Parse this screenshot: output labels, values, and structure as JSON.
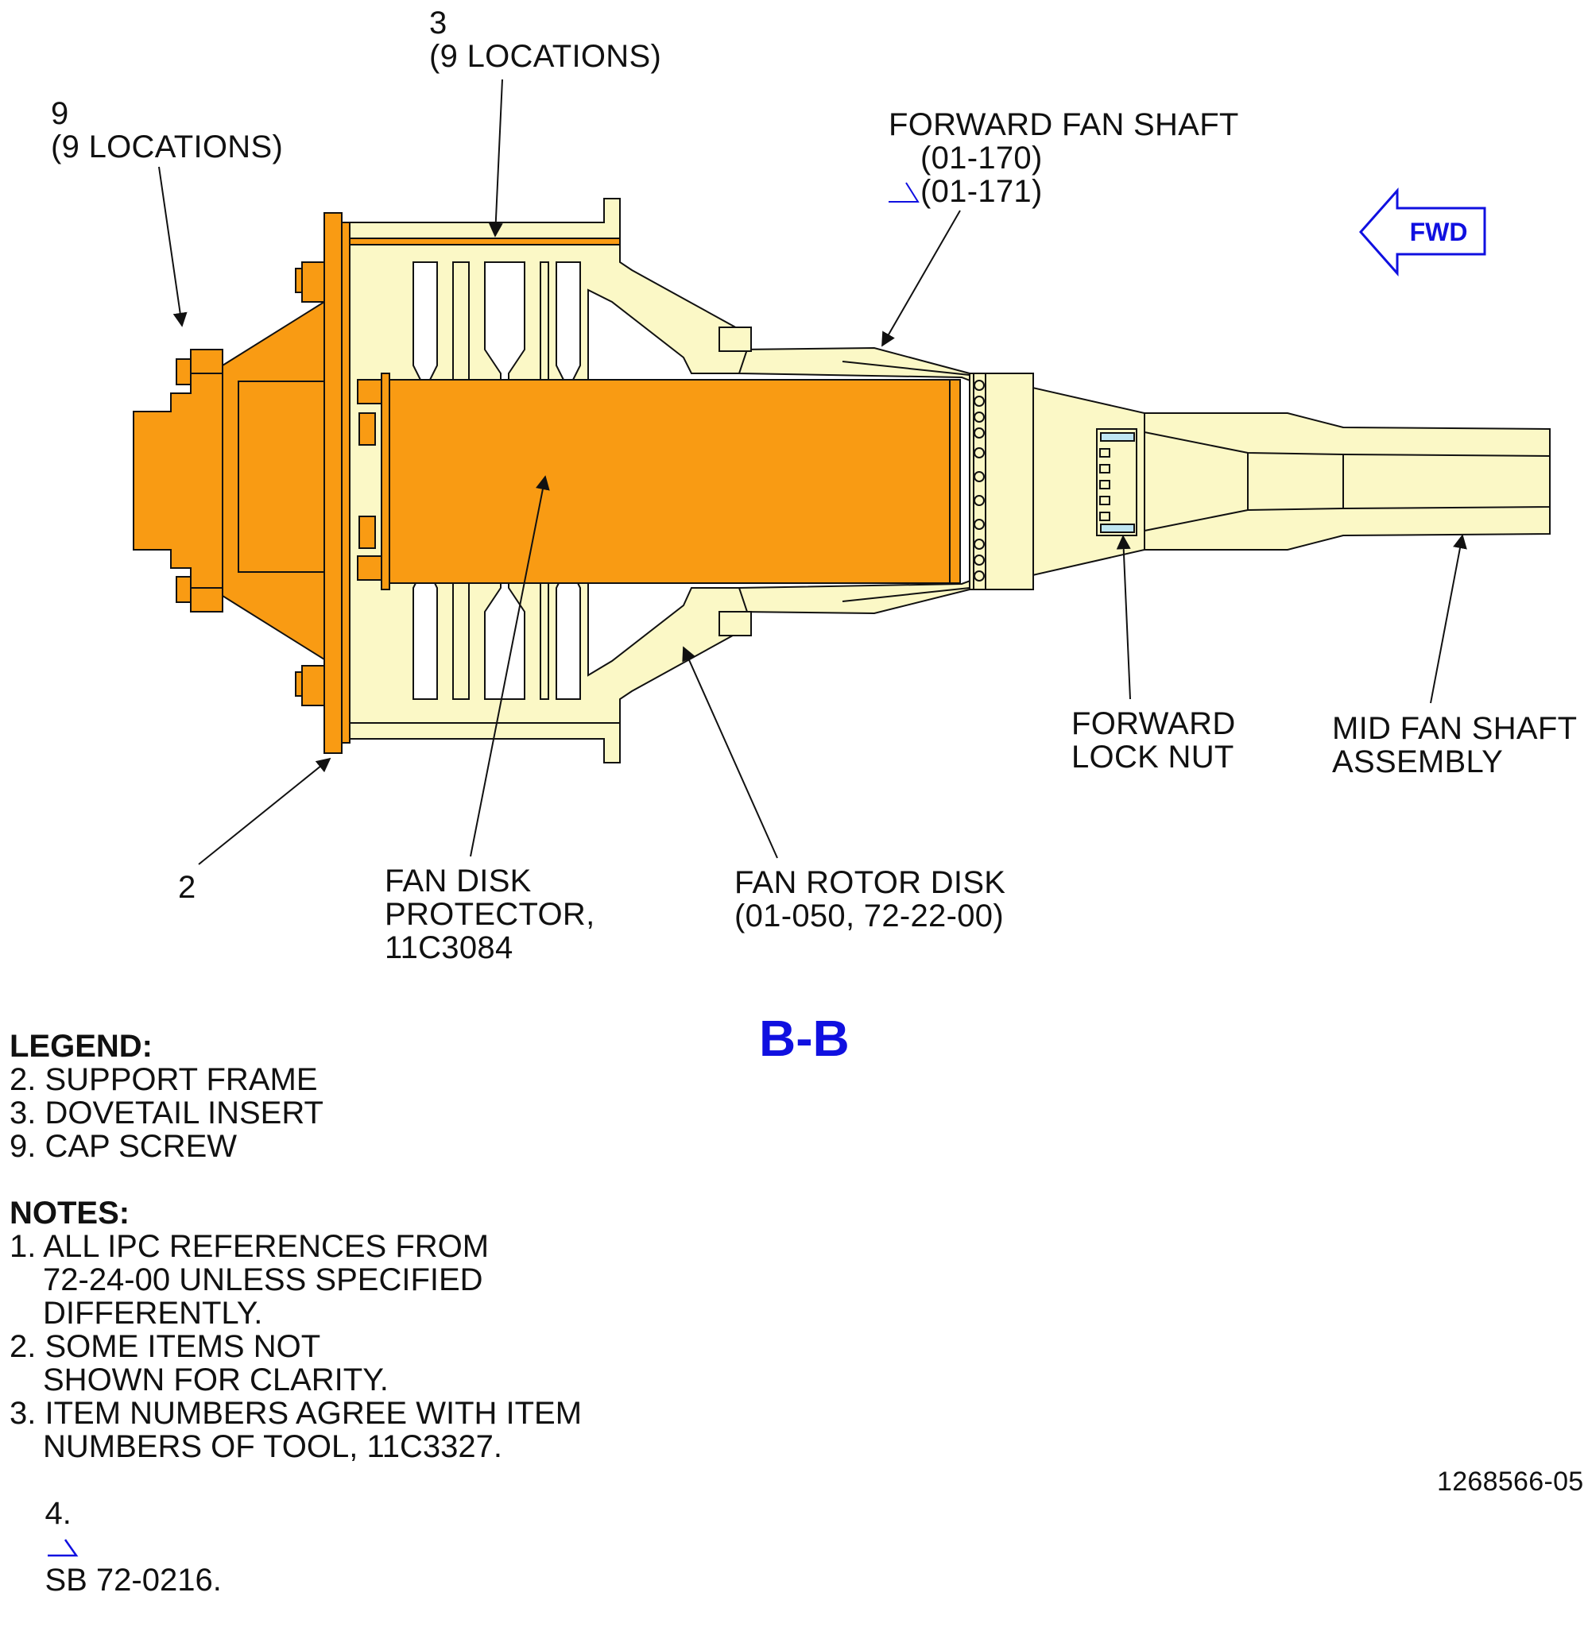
{
  "section_title": "B-B",
  "fwd_label": "FWD",
  "drawing_number": "1268566-05",
  "colors": {
    "orange": "#f99b13",
    "cream": "#fbf8c6",
    "blue_part": "#bfe6f2",
    "annotation_blue": "#1010e0"
  },
  "callouts": {
    "item9_number": "9",
    "item9_locations": "(9 LOCATIONS)",
    "item3_number": "3",
    "item3_locations": "(9 LOCATIONS)",
    "forward_fan_shaft": "FORWARD FAN SHAFT",
    "forward_fan_shaft_pn1": "(01-170)",
    "forward_fan_shaft_pn2": "(01-171)",
    "item2_number": "2",
    "fan_disk_protector_line1": "FAN DISK",
    "fan_disk_protector_line2": "PROTECTOR,",
    "fan_disk_protector_line3": "11C3084",
    "fan_rotor_disk_line1": "FAN ROTOR DISK",
    "fan_rotor_disk_line2": "(01-050, 72-22-00)",
    "forward_lock_nut_line1": "FORWARD",
    "forward_lock_nut_line2": "LOCK NUT",
    "mid_fan_shaft_line1": "MID FAN SHAFT",
    "mid_fan_shaft_line2": "ASSEMBLY"
  },
  "legend": {
    "title": "LEGEND:",
    "items": [
      "2. SUPPORT FRAME",
      "3. DOVETAIL INSERT",
      "9. CAP SCREW"
    ]
  },
  "notes": {
    "title": "NOTES:",
    "n1_line1": "1. ALL IPC REFERENCES FROM",
    "n1_line2": "72-24-00 UNLESS SPECIFIED",
    "n1_line3": "DIFFERENTLY.",
    "n2_line1": "2. SOME ITEMS NOT",
    "n2_line2": "SHOWN FOR CLARITY.",
    "n3_line1": "3. ITEM NUMBERS AGREE WITH ITEM",
    "n3_line2": "NUMBERS OF TOOL, 11C3327.",
    "n4_prefix": "4.",
    "n4_text": "SB 72-0216."
  }
}
